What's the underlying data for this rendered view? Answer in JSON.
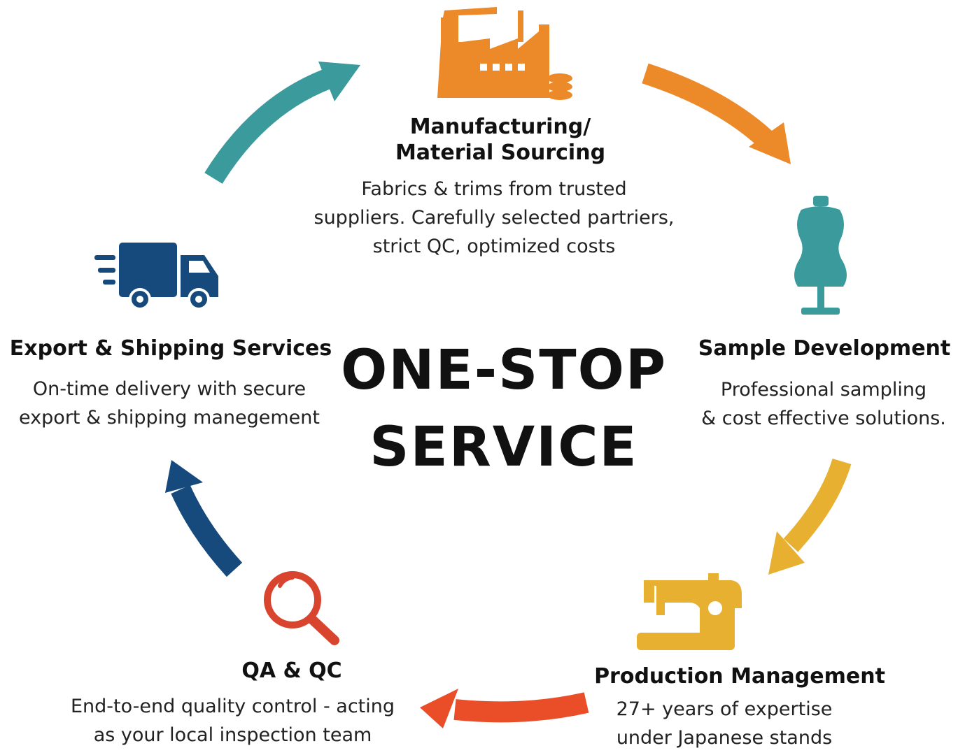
{
  "center": {
    "line1": "ONE-STOP",
    "line2": "SERVICE"
  },
  "colors": {
    "teal": "#3a9a9c",
    "orange": "#ec8a2a",
    "yellow": "#e8b030",
    "red": "#e94e28",
    "navy": "#174a7c",
    "magnifier": "#d9442e"
  },
  "steps": [
    {
      "title_line1": "Manufacturing/",
      "title_line2": "Material Sourcing",
      "desc": [
        "Fabrics & trims from trusted",
        "suppliers. Carefully selected partriers,",
        "strict QC, optimized costs"
      ],
      "icon": "factory-icon"
    },
    {
      "title": "Sample Development",
      "desc": [
        "Professional sampling",
        "& cost effective solutions."
      ],
      "icon": "dress-form-icon"
    },
    {
      "title": "Production Management",
      "desc": [
        "27+ years of expertise",
        "under Japanese stands"
      ],
      "icon": "sewing-machine-icon"
    },
    {
      "title": "QA & QC",
      "desc": [
        "End-to-end quality control - acting",
        "as your local inspection team"
      ],
      "icon": "magnifier-icon"
    },
    {
      "title": "Export & Shipping Services",
      "desc": [
        "On-time delivery with secure",
        "export & shipping manegement"
      ],
      "icon": "truck-icon"
    }
  ]
}
